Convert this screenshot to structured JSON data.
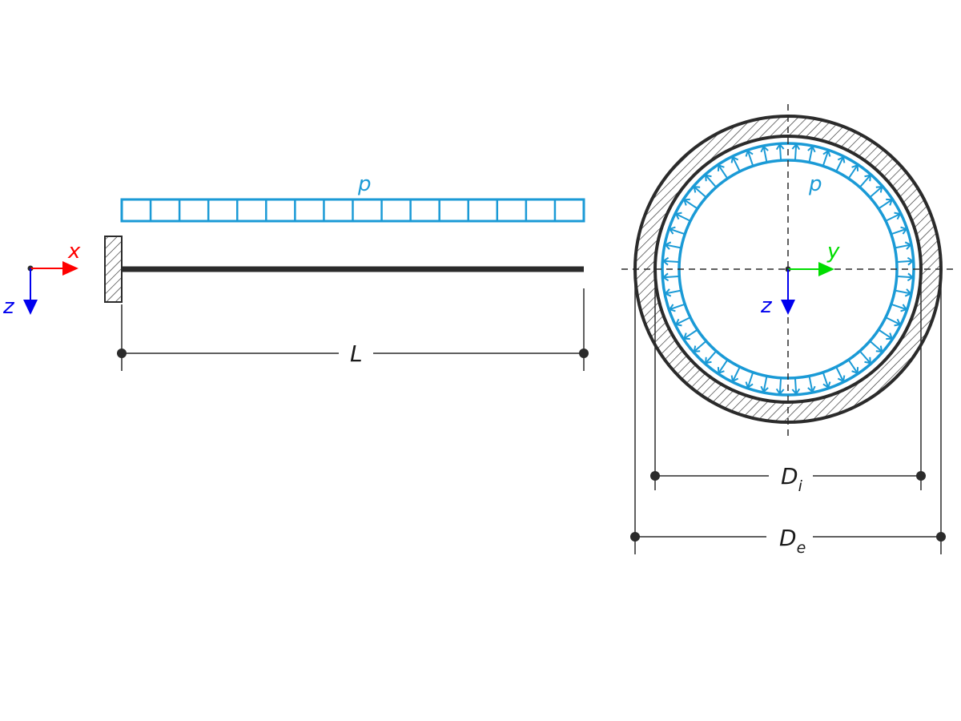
{
  "beam_view": {
    "load_label": "p",
    "axis_x_label": "x",
    "axis_z_label": "z",
    "length_label": "L"
  },
  "section_view": {
    "pressure_label": "p",
    "axis_y_label": "y",
    "axis_z_label": "z",
    "inner_diameter_main": "D",
    "inner_diameter_sub": "i",
    "outer_diameter_main": "D",
    "outer_diameter_sub": "e"
  },
  "colors": {
    "load": "#1a9ad6",
    "structure": "#2b2b2b",
    "axis_x": "#ff0000",
    "axis_y": "#00dd00",
    "axis_z": "#0000ee"
  }
}
